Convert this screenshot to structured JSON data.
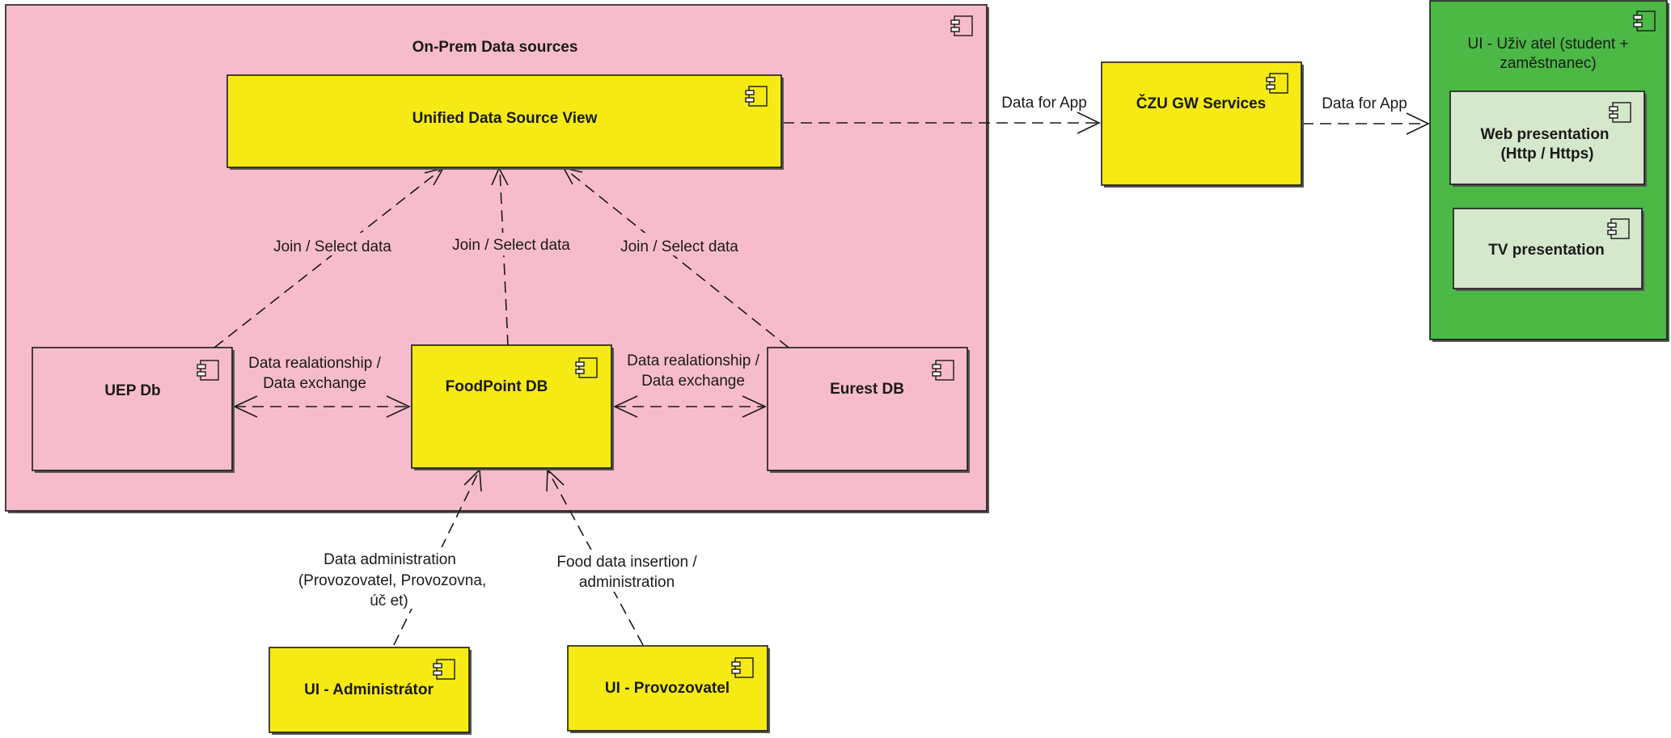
{
  "nodes": {
    "onprem": {
      "title": "On-Prem Data sources",
      "color": "#f7bccb"
    },
    "unified": {
      "title": "Unified Data Source View",
      "color": "#f5ea14"
    },
    "uep": {
      "title": "UEP Db",
      "color": "#f7bccb"
    },
    "foodpoint": {
      "title": "FoodPoint DB",
      "color": "#f5ea14"
    },
    "eurest": {
      "title": "Eurest DB",
      "color": "#f7bccb"
    },
    "czu": {
      "title": "ČZU GW Services",
      "color": "#f5ea14"
    },
    "ui_user": {
      "title_line1": "UI - Uživ atel (student +",
      "title_line2": "zaměstnanec)",
      "color": "#4cb846"
    },
    "web": {
      "title_line1": "Web presentation",
      "title_line2": "(Http / Https)",
      "color": "#d5e8cc"
    },
    "tv": {
      "title": "TV presentation",
      "color": "#d5e8cc"
    },
    "admin": {
      "title": "UI - Administrátor",
      "color": "#f5ea14"
    },
    "provozovatel": {
      "title": "UI - Provozovatel",
      "color": "#f5ea14"
    }
  },
  "edges": {
    "join_left": "Join / Select data",
    "join_mid": "Join / Select data",
    "join_right": "Join / Select data",
    "rel_left_1": "Data realationship /",
    "rel_left_2": "Data exchange",
    "rel_right_1": "Data realationship /",
    "rel_right_2": "Data exchange",
    "app_1": "Data for App",
    "app_2": "Data for App",
    "admin_1": "Data administration",
    "admin_2": "(Provozovatel, Provozovna,",
    "admin_3": "úč et)",
    "food_1": "Food data insertion /",
    "food_2": "administration"
  },
  "icons": {
    "component": "component-icon"
  }
}
